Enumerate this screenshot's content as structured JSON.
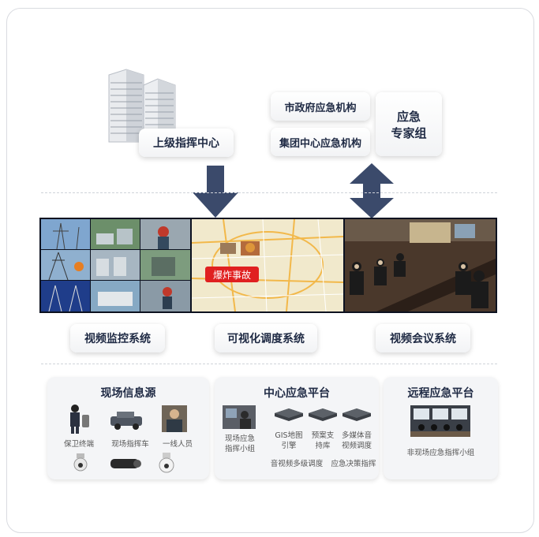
{
  "top": {
    "upper_center": "上级指挥中心",
    "city_gov": "市政府应急机构",
    "group_center": "集团中心应急机构",
    "experts_line1": "应急",
    "experts_line2": "专家组"
  },
  "screens": {
    "accident_label": "爆炸事故",
    "labels": [
      "视频监控系统",
      "可视化调度系统",
      "视频会议系统"
    ]
  },
  "site_info": {
    "title": "现场信息源",
    "items": [
      "保卫终端",
      "现场指挥车",
      "一线人员"
    ]
  },
  "central": {
    "title": "中心应急平台",
    "team": "现场应急\n指挥小组",
    "engines": [
      "GIS地图\n引擎",
      "预案支\n持库",
      "多媒体音\n视频调度"
    ],
    "footer_a": "音视频多级调度",
    "footer_b": "应急决策指挥"
  },
  "remote": {
    "title": "远程应急平台",
    "group": "非现场应急指挥小组"
  },
  "colors": {
    "arrow": "#3b4a6b",
    "accent_red": "#e02020",
    "text_dark": "#1f2a44"
  }
}
